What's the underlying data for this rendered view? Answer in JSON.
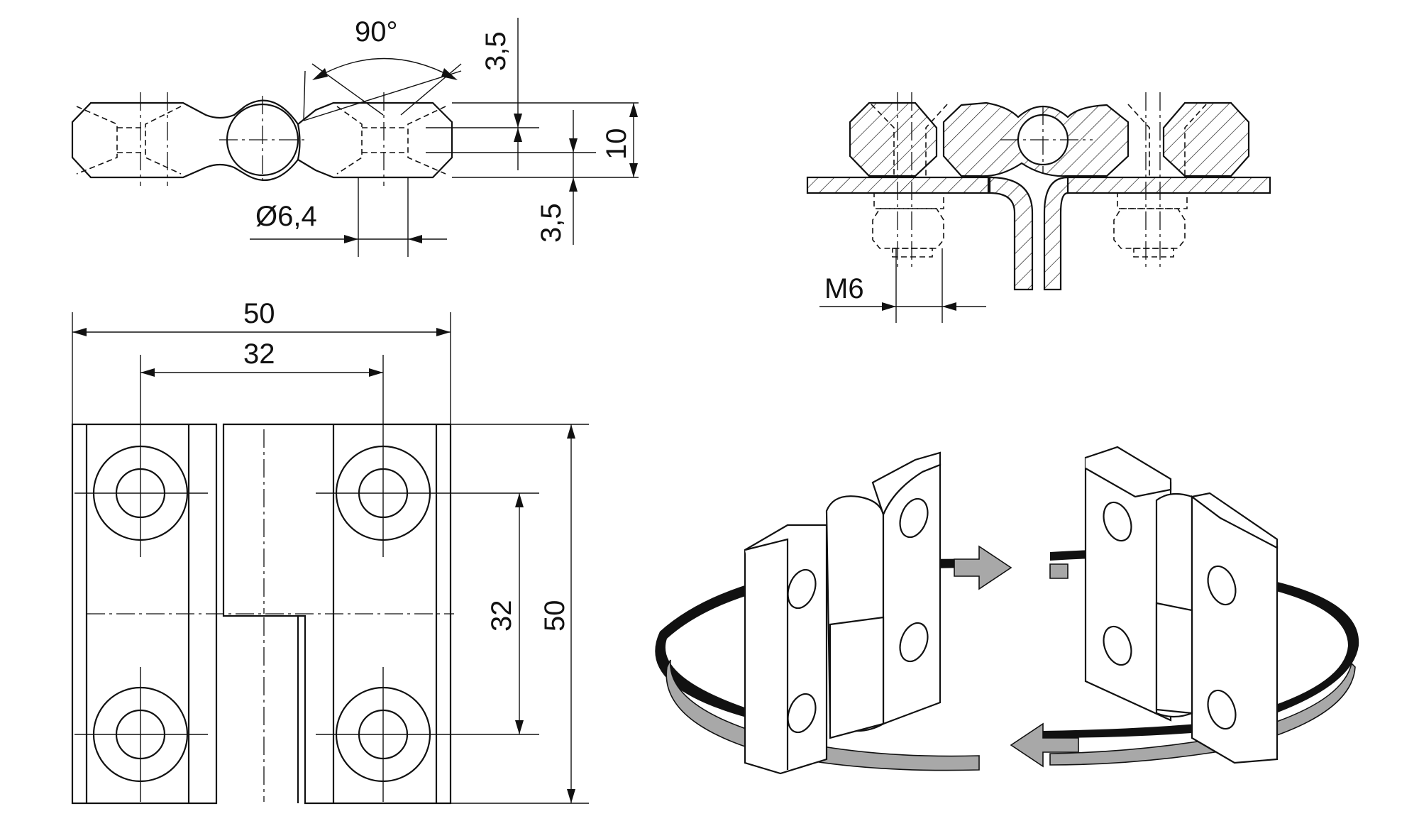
{
  "dimensions": {
    "angle": "90°",
    "gap_top": "3,5",
    "gap_bottom": "3,5",
    "thickness": "10",
    "hole_diameter": "Ø6,4",
    "width_overall": "50",
    "width_holes": "32",
    "height_holes": "32",
    "height_overall": "50",
    "thread": "M6"
  }
}
